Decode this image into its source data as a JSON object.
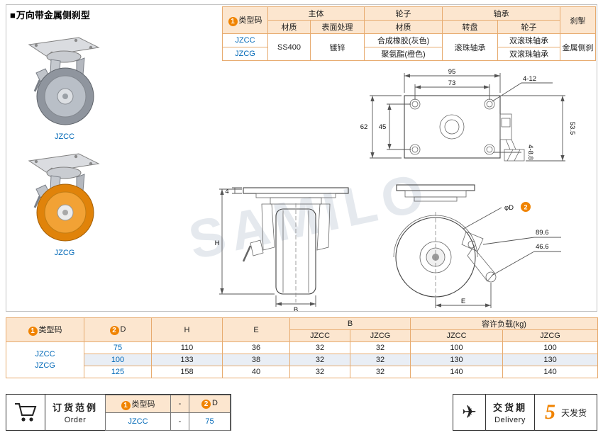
{
  "colors": {
    "accent": "#f08300",
    "link_blue": "#0068b7",
    "table_header_bg": "#fce6cf",
    "table_border": "#e7ab6f"
  },
  "title": {
    "marker": "■",
    "text": "万向带金属侧刹型"
  },
  "badges": {
    "one": "1",
    "two": "2"
  },
  "watermark": "SAMILO",
  "products": [
    {
      "code": "JZCC"
    },
    {
      "code": "JZCG"
    }
  ],
  "spec_table": {
    "type_code": "类型码",
    "main": "主体",
    "wheel": "轮子",
    "bearing": "轴承",
    "brake": "刹掣",
    "material": "材质",
    "surface_treatment": "表面处理",
    "wheel_material": "材质",
    "swivel": "转盘",
    "bearing_wheel": "轮子",
    "code1": "JZCC",
    "code2": "JZCG",
    "body_material": "SS400",
    "surface": "镀锌",
    "wheel_mat1": "合成橡胶(灰色)",
    "wheel_mat2": "聚氨酯(橙色)",
    "swivel_bearing": "滚珠轴承",
    "wheel_bearing1": "双滚珠轴承",
    "wheel_bearing2": "双滚珠轴承",
    "brake_type": "金属侧刹"
  },
  "drawings": {
    "top_view": {
      "w95": "95",
      "w73": "73",
      "holes_top": "4-12",
      "h62": "62",
      "h45": "45",
      "holes_side": "4-8.8",
      "h53_5": "53.5"
    },
    "front_view": {
      "plate_t": "4",
      "height": "H",
      "width": "B"
    },
    "side_view": {
      "dia": "φD",
      "r1": "89.6",
      "r2": "46.6",
      "offset": "E"
    }
  },
  "dim_table": {
    "type_code": "类型码",
    "d": "D",
    "h": "H",
    "e": "E",
    "b": "B",
    "load": "容许负载(kg)",
    "sub": [
      "JZCC",
      "JZCG",
      "JZCC",
      "JZCG"
    ],
    "code1": "JZCC",
    "code2": "JZCG",
    "rows": [
      {
        "d": "75",
        "h": "110",
        "e": "36",
        "b1": "32",
        "b2": "32",
        "l1": "100",
        "l2": "100"
      },
      {
        "d": "100",
        "h": "133",
        "e": "38",
        "b1": "32",
        "b2": "32",
        "l1": "130",
        "l2": "130"
      },
      {
        "d": "125",
        "h": "158",
        "e": "40",
        "b1": "32",
        "b2": "32",
        "l1": "140",
        "l2": "140"
      }
    ]
  },
  "order": {
    "label_cn": "订货范例",
    "label_en": "Order",
    "type_code": "类型码",
    "dash_header": "-",
    "d": "D",
    "example_code": "JZCC",
    "example_dash": "-",
    "example_d": "75",
    "plane_icon": "✈",
    "delivery_cn": "交货期",
    "delivery_en": "Delivery",
    "days_num": "5",
    "days_text": "天发货"
  }
}
